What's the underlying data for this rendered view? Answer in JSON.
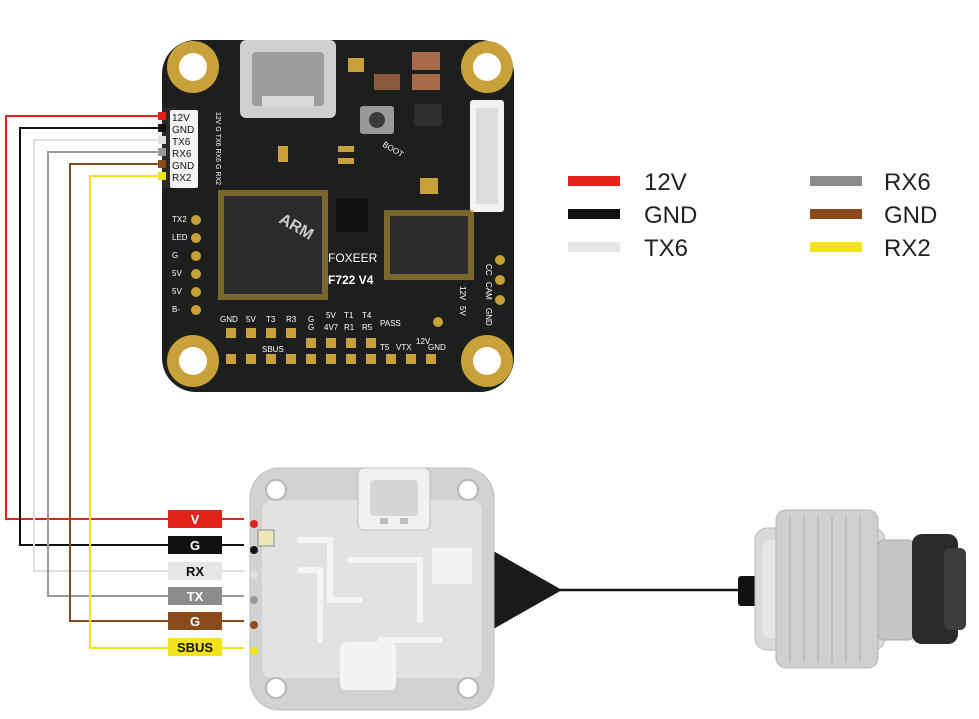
{
  "fc": {
    "brand": "FOXEER",
    "model": "F722 V4",
    "chip_brand": "ARM",
    "boot_label": "BOOT",
    "top_header_label": "12V G TX6 RX6 G RX2",
    "left_edge_labels": [
      "TX2",
      "LED",
      "G",
      "5V",
      "5V",
      "B-"
    ],
    "bottom_labels": [
      "GND",
      "5V",
      "T3",
      "R3",
      "G",
      "5V",
      "T1",
      "T4",
      "PASS",
      "G",
      "4V7",
      "R1",
      "R5",
      "SBUS",
      "T5",
      "VTX",
      "12V",
      "GND"
    ],
    "right_labels": [
      "CC",
      "CAM",
      "12V",
      "5V",
      "GND"
    ],
    "connector_pins": [
      "12V",
      "GND",
      "TX6",
      "RX6",
      "GND",
      "RX2"
    ]
  },
  "legend": [
    {
      "label": "12V",
      "color": "#e2231a"
    },
    {
      "label": "GND",
      "color": "#111111"
    },
    {
      "label": "TX6",
      "color": "#e6e6e6"
    },
    {
      "label": "RX6",
      "color": "#8c8c8c"
    },
    {
      "label": "GND",
      "color": "#8b4a1c"
    },
    {
      "label": "RX2",
      "color": "#f2e31b"
    }
  ],
  "vtx_pins": [
    {
      "label": "V",
      "bg": "#e2231a",
      "fg": "#ffffff"
    },
    {
      "label": "G",
      "bg": "#111111",
      "fg": "#ffffff"
    },
    {
      "label": "RX",
      "bg": "#e6e6e6",
      "fg": "#111111"
    },
    {
      "label": "TX",
      "bg": "#8c8c8c",
      "fg": "#ffffff"
    },
    {
      "label": "G",
      "bg": "#8b4a1c",
      "fg": "#ffffff"
    },
    {
      "label": "SBUS",
      "bg": "#f2e31b",
      "fg": "#111111"
    }
  ]
}
